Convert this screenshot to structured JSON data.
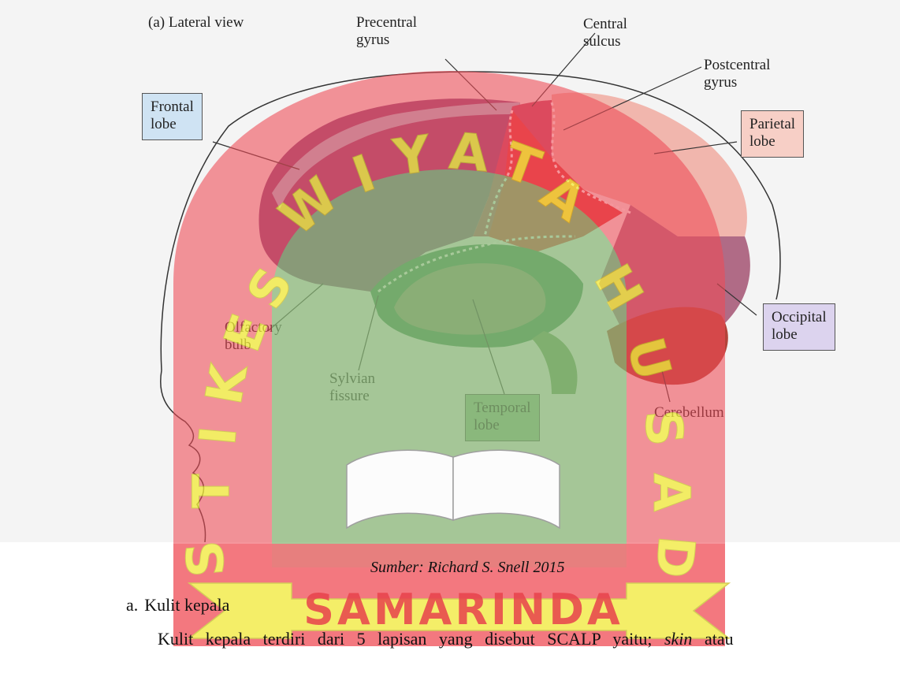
{
  "figure": {
    "panel_label": "(a) Lateral view",
    "labels": {
      "precentral_gyrus": "Precentral\ngyrus",
      "central_sulcus": "Central\nsulcus",
      "postcentral_gyrus": "Postcentral\ngyrus",
      "frontal_lobe": "Frontal\nlobe",
      "parietal_lobe": "Parietal\nlobe",
      "olfactory_bulb": "Olfactory\nbulb",
      "occipital_lobe": "Occipital\nlobe",
      "sylvian_fissure": "Sylvian\nfissure",
      "temporal_lobe": "Temporal\nlobe",
      "cerebellum": "Cerebellum"
    },
    "box_colors": {
      "frontal": "#cfe3f3",
      "parietal": "#f7cfc6",
      "occipital": "#dcd3ee",
      "temporal": "#8fbf8f"
    }
  },
  "watermark": {
    "arc_text": "STIKES WIYATA HUSADA",
    "banner_text": "SAMARINDA",
    "colors": {
      "red": "#ee4b55",
      "yellow": "#f2ea3e",
      "green": "#57c46a"
    }
  },
  "caption": "Sumber: Richard S. Snell 2015",
  "list": {
    "marker": "a.",
    "heading": "Kulit kepala"
  },
  "paragraph": {
    "before_italic": "Kulit kepala terdiri dari 5 lapisan yang disebut SCALP yaitu; ",
    "italic": "skin",
    "after_italic": " atau"
  }
}
